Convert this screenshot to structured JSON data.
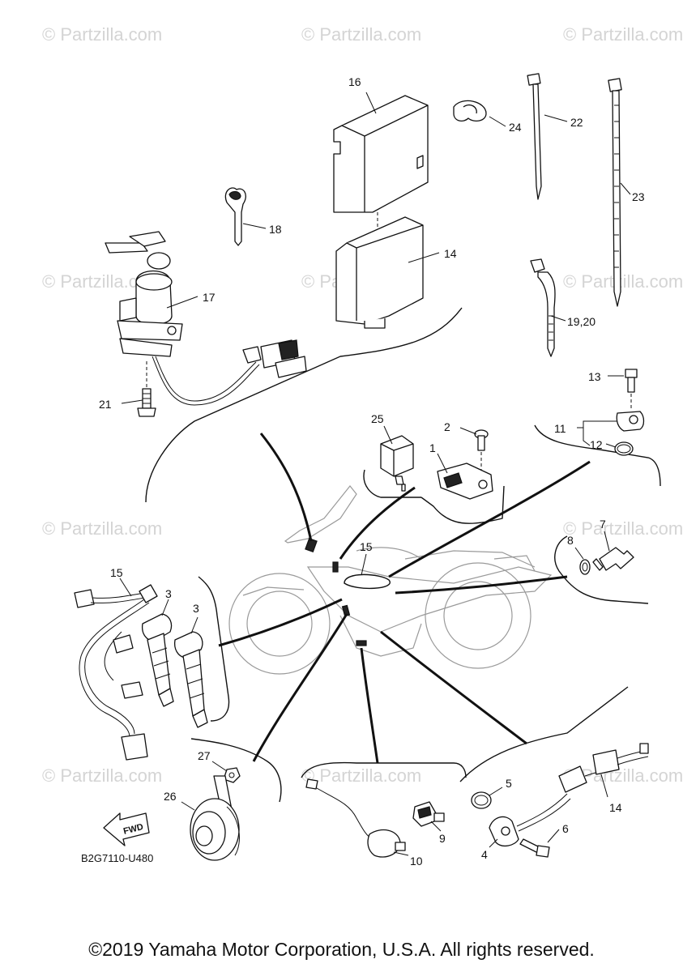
{
  "watermark": {
    "text": "© Partzilla.com"
  },
  "callouts": {
    "c16": "16",
    "c24": "24",
    "c22": "22",
    "c23": "23",
    "c18": "18",
    "c14_top": "14",
    "c17": "17",
    "c19_20": "19,20",
    "c21": "21",
    "c13": "13",
    "c11": "11",
    "c12": "12",
    "c25": "25",
    "c2": "2",
    "c1": "1",
    "c7": "7",
    "c8": "8",
    "c15_center": "15",
    "c15_left": "15",
    "c3_a": "3",
    "c3_b": "3",
    "c27": "27",
    "c26": "26",
    "c5": "5",
    "c14_bottom": "14",
    "c6": "6",
    "c4": "4",
    "c9": "9",
    "c10": "10"
  },
  "fwd_label": "FWD",
  "drawing_code": "B2G7110-U480",
  "copyright": "©2019 Yamaha Motor Corporation, U.S.A. All rights reserved."
}
